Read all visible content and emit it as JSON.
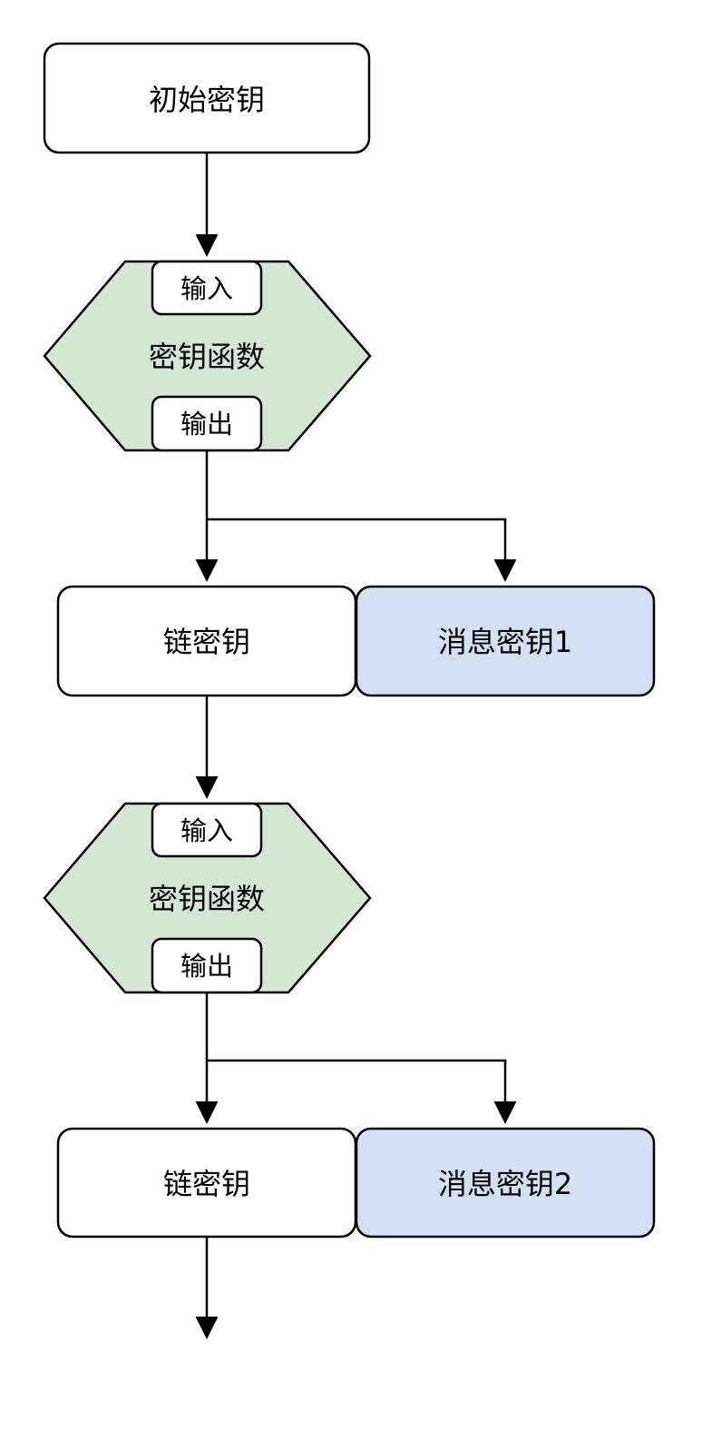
{
  "diagram": {
    "start_box": {
      "label": "初始密钥"
    },
    "stages": [
      {
        "function": {
          "label": "密钥函数",
          "input_label": "输入",
          "output_label": "输出"
        },
        "chain_key": {
          "label": "链密钥"
        },
        "message_key": {
          "label": "消息密钥1"
        }
      },
      {
        "function": {
          "label": "密钥函数",
          "input_label": "输入",
          "output_label": "输出"
        },
        "chain_key": {
          "label": "链密钥"
        },
        "message_key": {
          "label": "消息密钥2"
        }
      }
    ],
    "colors": {
      "function_fill": "#d5e8d4",
      "message_key_fill": "#d4e1f5",
      "box_fill": "#ffffff",
      "stroke": "#000000"
    }
  }
}
